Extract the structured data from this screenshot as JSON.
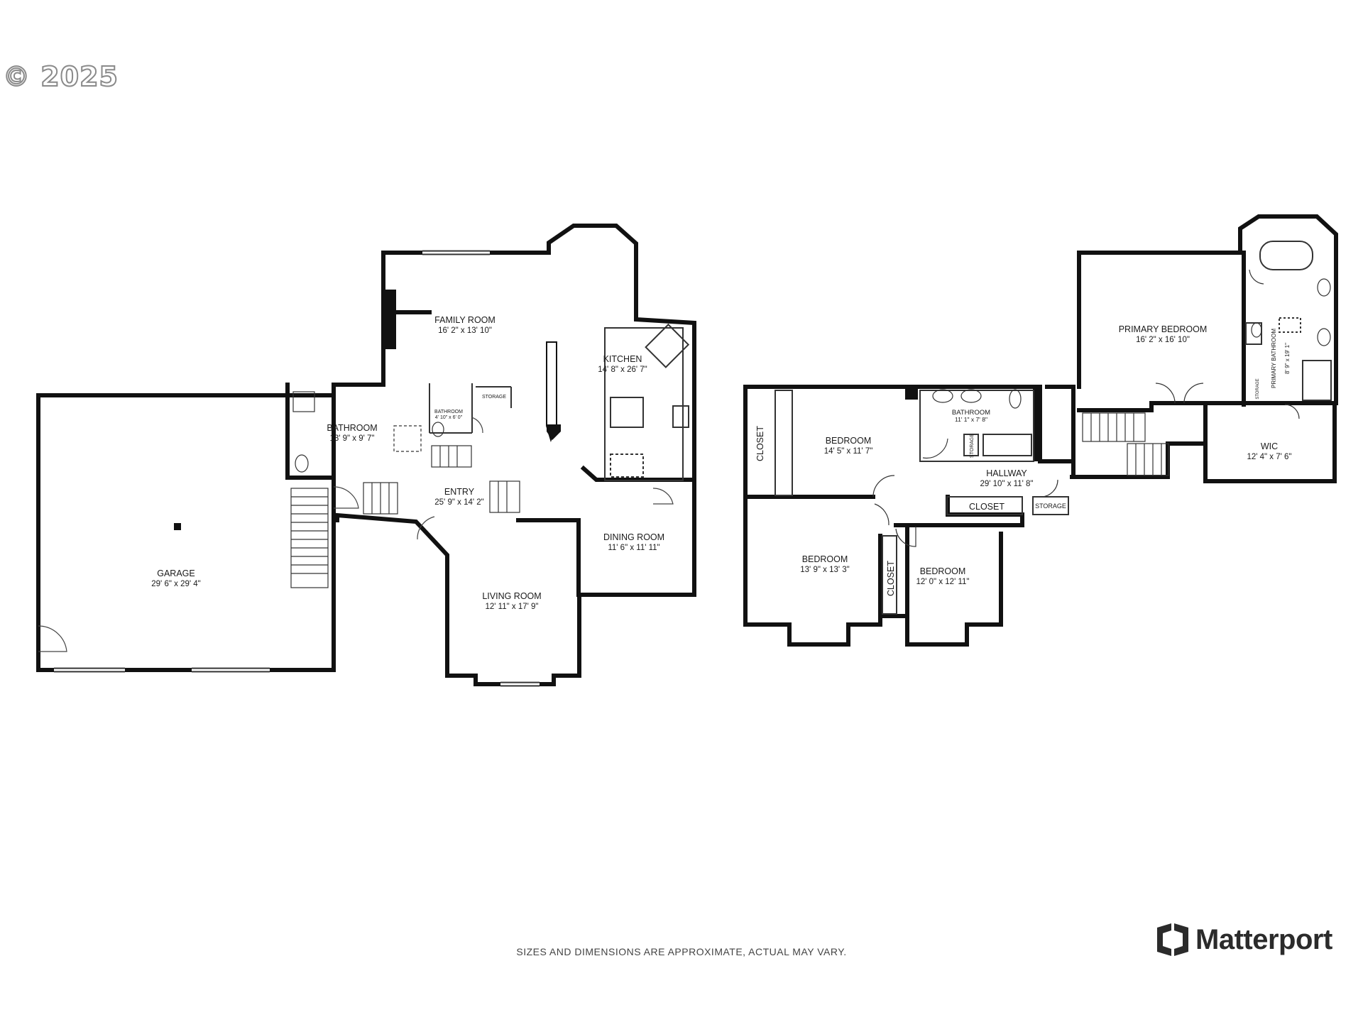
{
  "copyright": "© 2025",
  "disclaimer": "SIZES AND DIMENSIONS ARE APPROXIMATE, ACTUAL MAY VARY.",
  "brand": {
    "name": "Matterport",
    "color": "#2b2b2b"
  },
  "floor1": {
    "garage": {
      "name": "GARAGE",
      "dims": "29' 6\" x 29' 4\""
    },
    "bathroom": {
      "name": "BATHROOM",
      "dims": "13' 9\" x 9' 7\""
    },
    "half_bath": {
      "name": "BATHROOM",
      "dims": "4' 10\" x 6' 0\""
    },
    "storage": {
      "name": "STORAGE"
    },
    "family_room": {
      "name": "FAMILY ROOM",
      "dims": "16' 2\" x 13' 10\""
    },
    "kitchen": {
      "name": "KITCHEN",
      "dims": "14' 8\" x 26' 7\""
    },
    "entry": {
      "name": "ENTRY",
      "dims": "25' 9\" x 14' 2\""
    },
    "dining_room": {
      "name": "DINING ROOM",
      "dims": "11' 6\" x 11' 11\""
    },
    "living_room": {
      "name": "LIVING ROOM",
      "dims": "12' 11\" x 17' 9\""
    }
  },
  "floor2": {
    "closet_left": {
      "name": "CLOSET"
    },
    "bedroom_a": {
      "name": "BEDROOM",
      "dims": "14' 5\" x 11' 7\""
    },
    "bathroom": {
      "name": "BATHROOM",
      "dims": "11' 1\" x 7' 8\""
    },
    "storage_small": {
      "name": "STORAGE"
    },
    "hallway": {
      "name": "HALLWAY",
      "dims": "29' 10\" x 11' 8\""
    },
    "closet_hall": {
      "name": "CLOSET"
    },
    "storage_hall": {
      "name": "STORAGE"
    },
    "bedroom_b": {
      "name": "BEDROOM",
      "dims": "13' 9\" x 13' 3\""
    },
    "closet_mid": {
      "name": "CLOSET"
    },
    "bedroom_c": {
      "name": "BEDROOM",
      "dims": "12' 0\" x 12' 11\""
    },
    "primary_bedroom": {
      "name": "PRIMARY BEDROOM",
      "dims": "16' 2\" x 16' 10\""
    },
    "primary_bathroom": {
      "name": "PRIMARY BATHROOM",
      "dims": "8' 9\" x 19' 1\""
    },
    "storage_primary": {
      "name": "STORAGE"
    },
    "wic": {
      "name": "WIC",
      "dims": "12' 4\" x 7' 6\""
    }
  }
}
